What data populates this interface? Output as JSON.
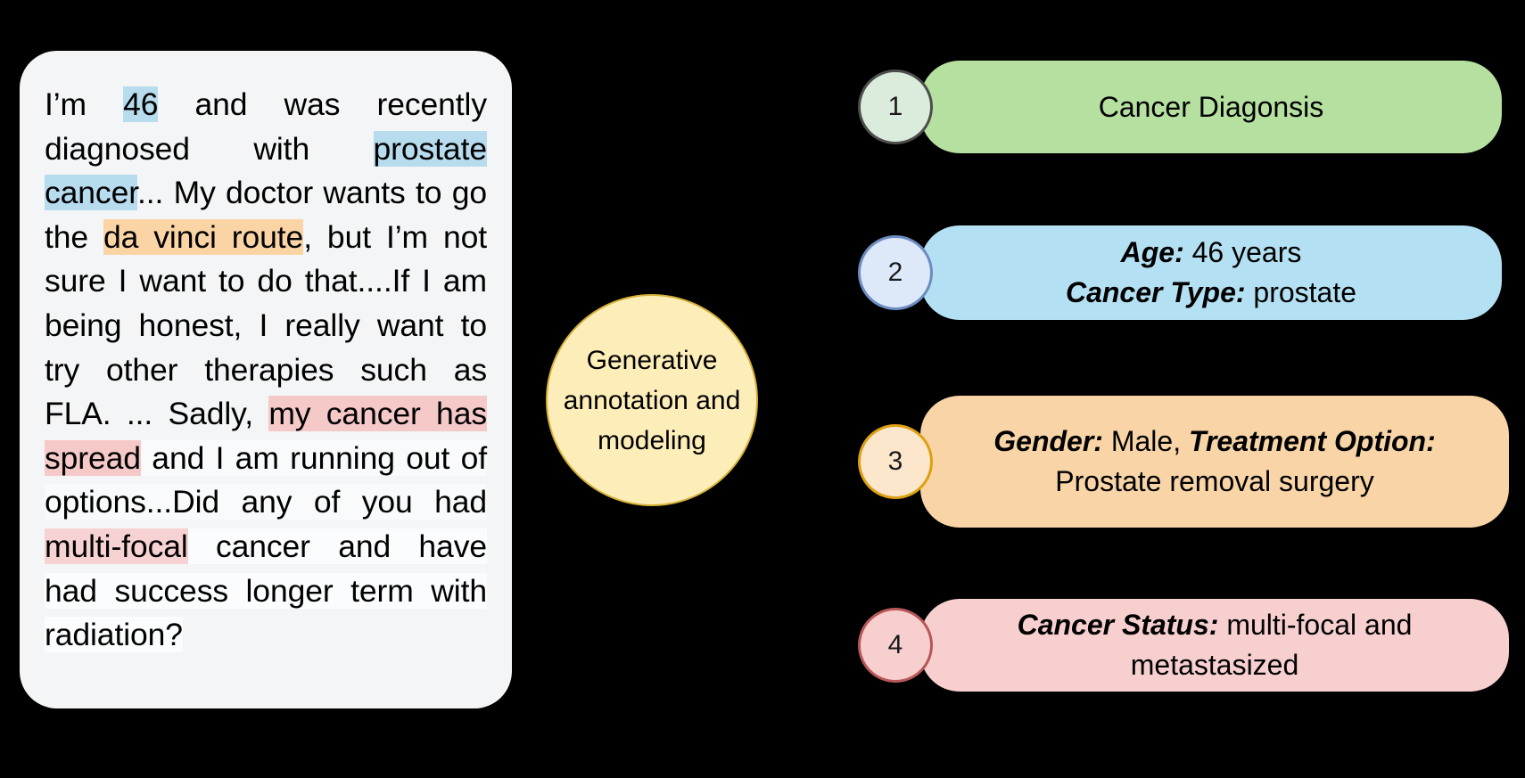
{
  "post": {
    "segments": [
      {
        "text": "I’m ",
        "highlight": "none"
      },
      {
        "text": "46",
        "highlight": "blue"
      },
      {
        "text": " and was recently diagnosed with ",
        "highlight": "none"
      },
      {
        "text": "prostate cancer",
        "highlight": "blue"
      },
      {
        "text": "... My doctor wants to go the ",
        "highlight": "none"
      },
      {
        "text": "da vinci route",
        "highlight": "orange"
      },
      {
        "text": ", but I’m not sure I want to do that....If I am being honest, I really want to try other therapies such as FLA. ... Sadly, ",
        "highlight": "none"
      },
      {
        "text": "my cancer has spread",
        "highlight": "pink"
      },
      {
        "text": " and I am running out of options...Did any of you had ",
        "highlight": "faint"
      },
      {
        "text": "multi-focal",
        "highlight": "pink2"
      },
      {
        "text": " cancer and have had success longer term with radiation?",
        "highlight": "white"
      }
    ],
    "full_text": "I’m 46 and was recently diagnosed with prostate cancer... My doctor wants to go the da vinci route, but I’m not sure I want to do that....If I am being honest, I really want to try other therapies such as FLA. ... Sadly, my cancer has spread and I am running out of options...Did any of you had multi-focal cancer and have had success longer term with radiation?"
  },
  "pipeline": {
    "label": "Generative annotation and modeling"
  },
  "cards": [
    {
      "number": "1",
      "lines": [
        {
          "parts": [
            {
              "text": "Cancer Diagonsis",
              "style": "normal"
            }
          ]
        }
      ],
      "badge_fill": "#dcecdc",
      "badge_border": "#4d4d4d",
      "bubble_fill": "#b5e0a0"
    },
    {
      "number": "2",
      "lines": [
        {
          "parts": [
            {
              "text": "Age:",
              "style": "bold-italic"
            },
            {
              "text": " 46 years",
              "style": "normal"
            }
          ]
        },
        {
          "parts": [
            {
              "text": "Cancer Type:",
              "style": "bold-italic"
            },
            {
              "text": " prostate",
              "style": "normal"
            }
          ]
        }
      ],
      "badge_fill": "#dde9f8",
      "badge_border": "#6d8cc0",
      "bubble_fill": "#b3e0f2"
    },
    {
      "number": "3",
      "lines": [
        {
          "parts": [
            {
              "text": "Gender:",
              "style": "bold-italic"
            },
            {
              "text": " Male, ",
              "style": "normal"
            },
            {
              "text": "Treatment Option:",
              "style": "bold-italic"
            },
            {
              "text": " Prostate removal surgery",
              "style": "normal"
            }
          ]
        }
      ],
      "badge_fill": "#fce6cc",
      "badge_border": "#dda011",
      "bubble_fill": "#f8d4a6"
    },
    {
      "number": "4",
      "lines": [
        {
          "parts": [
            {
              "text": "Cancer Status:",
              "style": "bold-italic"
            },
            {
              "text": " multi-focal and metastasized",
              "style": "normal"
            }
          ]
        }
      ],
      "badge_fill": "#f7cfcf",
      "badge_border": "#b85757",
      "bubble_fill": "#f7cfcf"
    }
  ],
  "highlight_colors": {
    "blue": "#b7dcee",
    "orange": "#fbd4a6",
    "pink": "#f6c9c9",
    "pink2": "#f7d2d2",
    "white": "#fbfcfd"
  }
}
